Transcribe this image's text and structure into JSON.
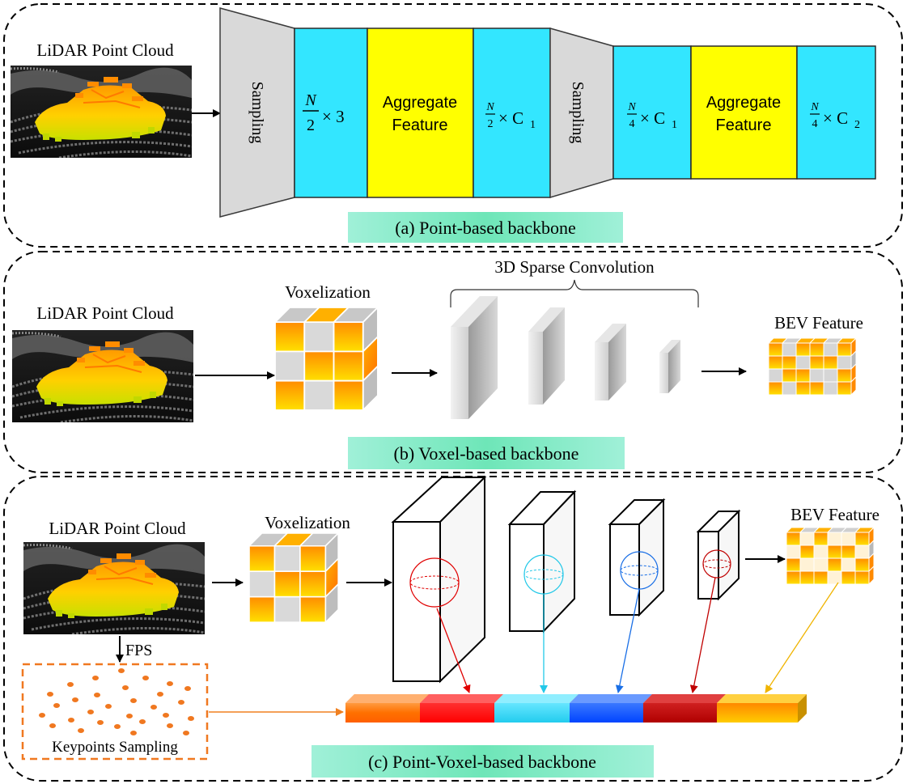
{
  "panel_a": {
    "input_label": "LiDAR Point Cloud",
    "sampling_1": "Sampling",
    "sampling_2": "Sampling",
    "block_1": {
      "frac_num": "N",
      "frac_den": "2",
      "tail": "× 3"
    },
    "aggregate_1": [
      "Aggregate",
      "Feature"
    ],
    "block_2": {
      "frac_num": "N",
      "frac_den": "2",
      "tail": "× C",
      "sub": "1"
    },
    "block_3": {
      "frac_num": "N",
      "frac_den": "4",
      "tail": "× C",
      "sub": "1"
    },
    "aggregate_2": [
      "Aggregate",
      "Feature"
    ],
    "block_4": {
      "frac_num": "N",
      "frac_den": "4",
      "tail": "× C",
      "sub": "2"
    },
    "caption": "(a)  Point-based backbone"
  },
  "panel_b": {
    "input_label": "LiDAR Point Cloud",
    "voxelization": "Voxelization",
    "sparse_conv": "3D Sparse Convolution",
    "bev": "BEV Feature",
    "caption": "(b)  Voxel-based backbone"
  },
  "panel_c": {
    "input_label": "LiDAR Point Cloud",
    "voxelization": "Voxelization",
    "bev": "BEV Feature",
    "fps": "FPS",
    "keypoints": "Keypoints Sampling",
    "caption": "(c)  Point-Voxel-based backbone"
  },
  "colors": {
    "cyan": "#33e6ff",
    "yellow": "#ffff00",
    "gray": "#d9d9d9",
    "caption_bg": "#7fe8c3",
    "orange": "#ff7f00",
    "red": "#ff0000",
    "light_blue": "#33d6f0",
    "blue": "#0a50ff",
    "dark_red": "#c00000",
    "gold": "#ffb000"
  }
}
